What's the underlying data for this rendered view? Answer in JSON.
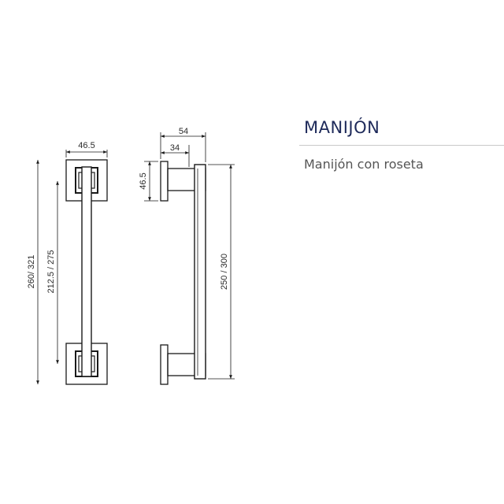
{
  "product": {
    "title": "MANIJÓN",
    "subtitle": "Manijón con roseta"
  },
  "dimensions": {
    "front_width": "46.5",
    "overall_height": "260/ 321",
    "center_distance": "212.5 / 275",
    "side_depth": "54",
    "side_rose_depth": "34",
    "side_rose_height": "46.5",
    "bar_length": "250 / 300"
  },
  "colors": {
    "line": "#1a1a1a",
    "title": "#1e2a5a",
    "text": "#555555"
  }
}
